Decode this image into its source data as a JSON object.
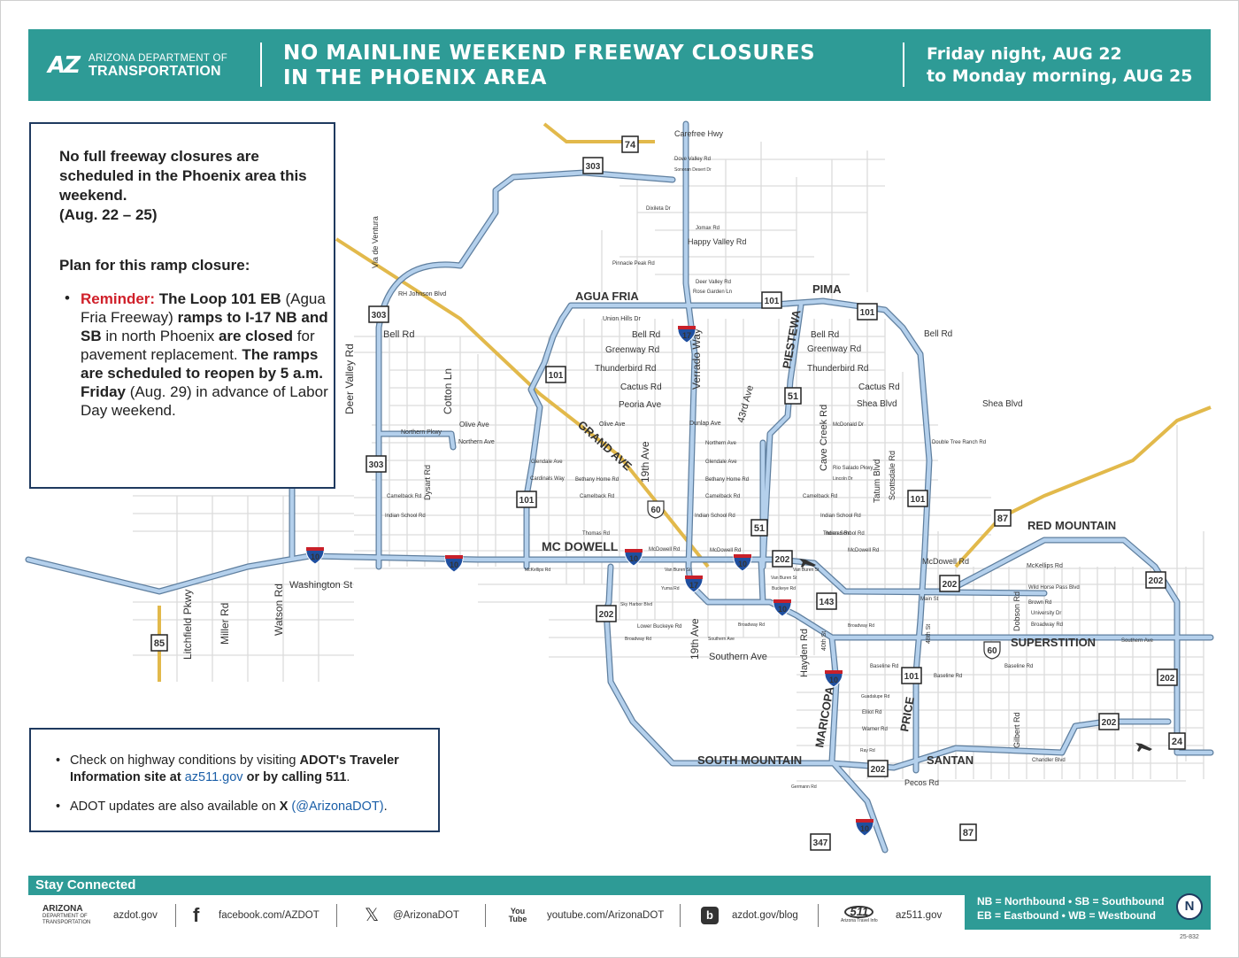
{
  "header": {
    "logo_mark": "AZ",
    "logo_line1": "ARIZONA DEPARTMENT OF",
    "logo_line2": "TRANSPORTATION",
    "title_line1": "NO MAINLINE WEEKEND FREEWAY CLOSURES",
    "title_line2": "IN THE PHOENIX AREA",
    "dates_line1": "Friday night, AUG 22",
    "dates_line2": "to Monday morning, AUG 25"
  },
  "info": {
    "lead": "No full freeway closures are scheduled in the Phoenix area this weekend.",
    "lead_dates": "(Aug. 22 – 25)",
    "plan_heading": "Plan for this ramp closure:",
    "reminder_label": "Reminder:",
    "seg1": " The Loop 101 EB",
    "seg2": " (Agua Fria Freeway) ",
    "seg3": "ramps to I-17 NB and SB",
    "seg4": " in north Phoenix ",
    "seg5": "are closed",
    "seg6": " for pavement replacement. ",
    "seg7": "The ramps are scheduled to reopen by 5 a.m. Friday",
    "seg8": " (Aug. 29) in advance of Labor Day weekend."
  },
  "check": {
    "b1_pre": "Check on highway conditions by visiting ",
    "b1_bold1": "ADOT's Traveler Information site at ",
    "b1_link": "az511.gov",
    "b1_bold2": " or by calling 511",
    "b1_end": ".",
    "b2_pre": "ADOT updates are also available on ",
    "b2_bold": "X",
    "b2_link": " (@ArizonaDOT)",
    "b2_end": "."
  },
  "footer": {
    "stay_label": "Stay Connected",
    "adot_logo_l1": "ARIZONA",
    "adot_logo_l2": "DEPARTMENT OF",
    "adot_logo_l3": "TRANSPORTATION",
    "site": "azdot.gov",
    "facebook": "facebook.com/AZDOT",
    "x_handle": "@ArizonaDOT",
    "youtube_badge": "You Tube",
    "youtube": "youtube.com/ArizonaDOT",
    "blog": "azdot.gov/blog",
    "az511_badge": "511",
    "az511_caption": "Arizona Travel Info",
    "az511": "az511.gov",
    "legend_line1": "NB = Northbound  •  SB = Southbound",
    "legend_line2": "EB = Eastbound  •  WB = Westbound",
    "north": "N",
    "code": "25-832"
  },
  "map": {
    "colors": {
      "freeway": "#a8c6e4",
      "freeway_outline": "#5f7f9f",
      "highway": "#e2b94b",
      "street": "#d8d8d8"
    },
    "freeway_names": [
      "AGUA FRIA",
      "PIMA",
      "PIESTEWA",
      "GRAND AVE",
      "MC DOWELL",
      "RED MOUNTAIN",
      "SUPERSTITION",
      "SOUTH MOUNTAIN",
      "MARICOPA",
      "PRICE",
      "SANTAN"
    ],
    "route_shields": [
      "74",
      "303",
      "303",
      "303",
      "101",
      "101",
      "101",
      "101",
      "101",
      "101",
      "17",
      "17",
      "51",
      "51",
      "10",
      "10",
      "10",
      "10",
      "10",
      "10",
      "10",
      "202",
      "202",
      "202",
      "202",
      "202",
      "202",
      "202",
      "60",
      "60",
      "143",
      "87",
      "87",
      "85",
      "24",
      "347"
    ],
    "street_labels": [
      "Carefree Hwy",
      "Dove Valley Rd",
      "Sonoran Desert Dr",
      "Dixileta Dr",
      "Jomax Rd",
      "Happy Valley Rd",
      "Pinnacle Peak Rd",
      "Deer Valley Rd",
      "Rose Garden Ln",
      "RH Johnson Blvd",
      "Union Hills Dr",
      "Bell Rd",
      "Bell Rd",
      "Bell Rd",
      "Bell Rd",
      "Greenway Rd",
      "Greenway Rd",
      "Thunderbird Rd",
      "Thunderbird Rd",
      "Cactus Rd",
      "Cactus Rd",
      "Peoria Ave",
      "Shea Blvd",
      "Shea Blvd",
      "Olive Ave",
      "Olive Ave",
      "Northern Pkwy",
      "Northern Ave",
      "Northern Ave",
      "Dunlap Ave",
      "Glendale Ave",
      "Glendale Ave",
      "Cardinals Way",
      "Bethany Home Rd",
      "Bethany Home Rd",
      "Camelback Rd",
      "Camelback Rd",
      "Camelback Rd",
      "Camelback Rd",
      "Indian School Rd",
      "Indian School Rd",
      "Indian School Rd",
      "Indian School Rd",
      "Thomas Rd",
      "Thomas Rd",
      "McDowell Rd",
      "McDowell Rd",
      "McDowell Rd",
      "McDowell Rd",
      "McKellips Rd",
      "McKellips Rd",
      "Van Buren St",
      "Van Buren St",
      "Van Buren St",
      "Washington St",
      "Yuma Rd",
      "Buckeye Rd",
      "Sky Harbor Blvd",
      "Lower Buckeye Rd",
      "Broadway Rd",
      "Broadway Rd",
      "Broadway Rd",
      "Broadway Rd",
      "Southern Ave",
      "Southern Ave",
      "Southern Ave",
      "Baseline Rd",
      "Baseline Rd",
      "Baseline Rd",
      "Guadalupe Rd",
      "Elliot Rd",
      "Warner Rd",
      "Ray Rd",
      "Chandler Blvd",
      "Pecos Rd",
      "Germann Rd",
      "Wild Horse Pass Blvd",
      "Brown Rd",
      "University Dr",
      "Main St",
      "Rio Salado Pkwy",
      "Lincoln Dr",
      "McDonald Dr",
      "Double Tree Ranch Rd",
      "Via de Ventura",
      "Deer Valley Rd",
      "Cotton Ln",
      "Dysart Rd",
      "Litchfield Pkwy",
      "Miller Rd",
      "Watson Rd",
      "Verrado Way",
      "19th Ave",
      "19th Ave",
      "43rd Ave",
      "Cave Creek Rd",
      "Tatum Blvd",
      "Scottsdale Rd",
      "Hayden Rd",
      "40th St",
      "48th St",
      "Dobson Rd",
      "Gilbert Rd",
      "Gilbert Rd"
    ]
  }
}
